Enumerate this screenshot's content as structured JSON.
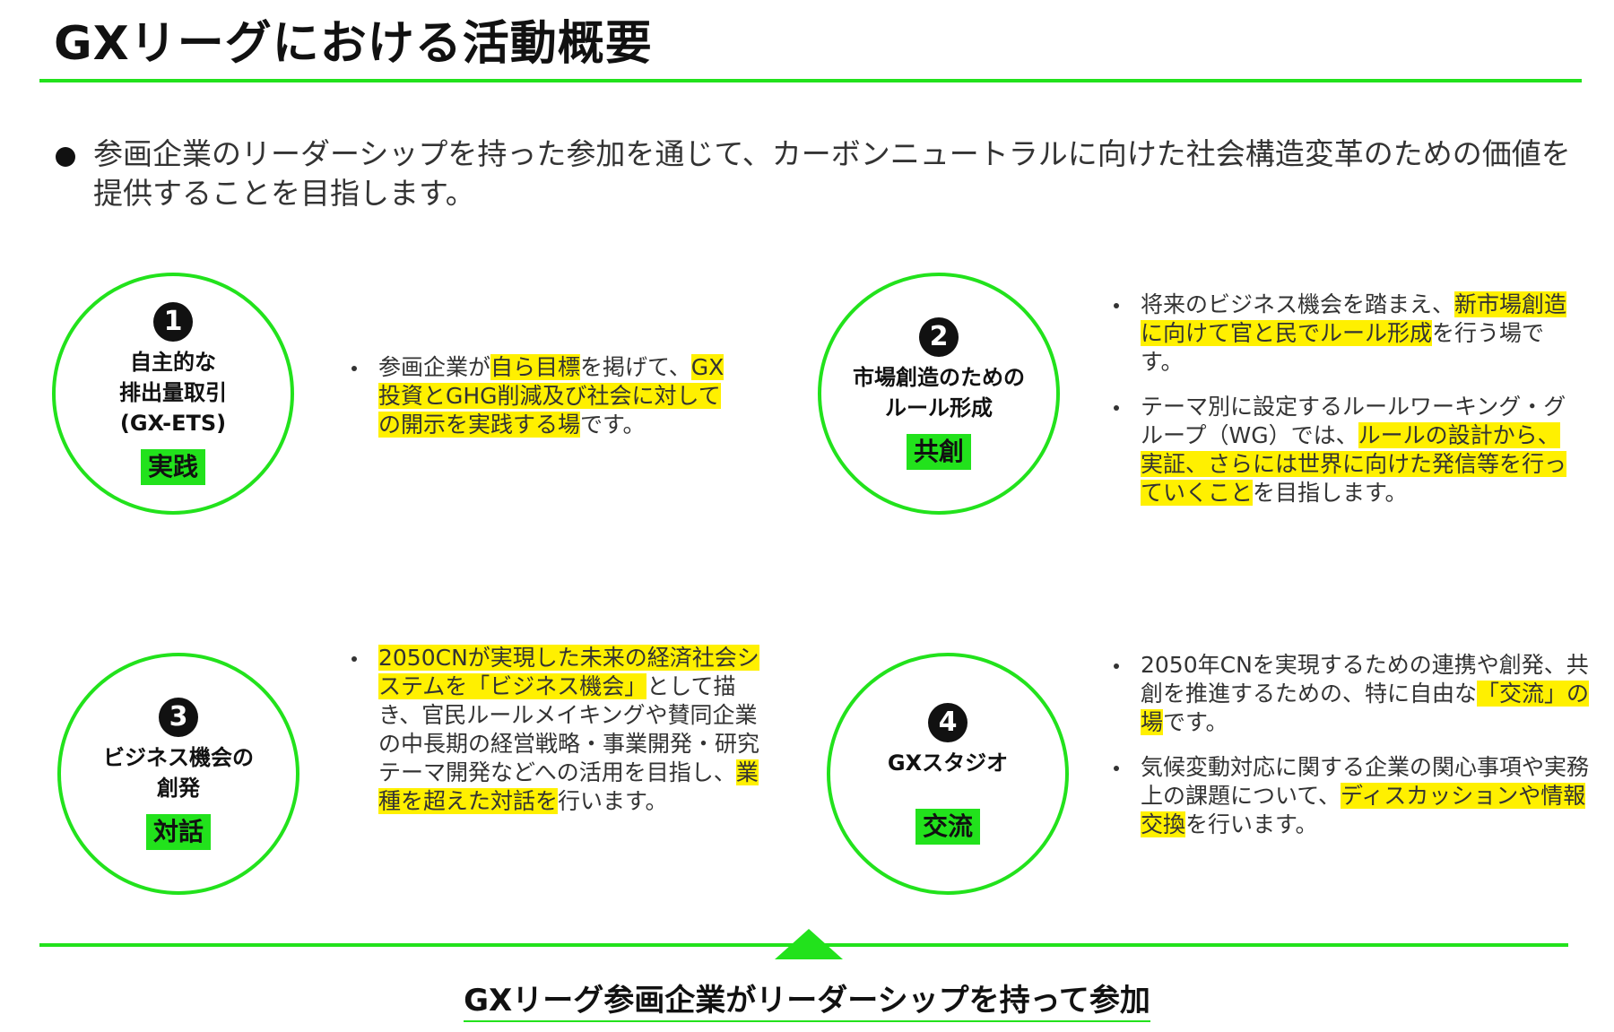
{
  "title": "GXリーグにおける活動概要",
  "intro": "参画企業のリーダーシップを持った参加を通じて、カーボンニュートラルに向けた社会構造変革のための価値を提供することを目指します。",
  "colors": {
    "accent_green": "#22e21c",
    "highlight_yellow": "#fff000"
  },
  "activities": [
    {
      "number": "1",
      "name_lines": [
        "自主的な",
        "排出量取引",
        "(GX-ETS)"
      ],
      "tag": "実践",
      "bullets": [
        [
          {
            "t": "参画企業が",
            "hl": false
          },
          {
            "t": "自ら目標",
            "hl": true
          },
          {
            "t": "を掲げて、",
            "hl": false
          },
          {
            "t": "GX投資とGHG削減及び社会に対しての開示を実践する場",
            "hl": true
          },
          {
            "t": "です。",
            "hl": false
          }
        ]
      ]
    },
    {
      "number": "2",
      "name_lines": [
        "市場創造のための",
        "ルール形成"
      ],
      "tag": "共創",
      "bullets": [
        [
          {
            "t": "将来のビジネス機会を踏まえ、",
            "hl": false
          },
          {
            "t": "新市場創造に向けて官と民でルール形成",
            "hl": true
          },
          {
            "t": "を行う場です。",
            "hl": false
          }
        ],
        [
          {
            "t": "テーマ別に設定するルールワーキング・グループ（WG）では、",
            "hl": false
          },
          {
            "t": "ルールの設計から、実証、さらには世界に向けた発信等を行っていくこと",
            "hl": true
          },
          {
            "t": "を目指します。",
            "hl": false
          }
        ]
      ]
    },
    {
      "number": "3",
      "name_lines": [
        "ビジネス機会の",
        "創発"
      ],
      "tag": "対話",
      "bullets": [
        [
          {
            "t": "2050CNが実現した未来の経済社会システムを「ビジネス機会」",
            "hl": true
          },
          {
            "t": "として描き、官民ルールメイキングや賛同企業の中長期の経営戦略・事業開発・研究テーマ開発などへの活用を目指し、",
            "hl": false
          },
          {
            "t": "業種を超えた対話を",
            "hl": true
          },
          {
            "t": "行います。",
            "hl": false
          }
        ]
      ]
    },
    {
      "number": "4",
      "name_lines": [
        "GXスタジオ"
      ],
      "tag": "交流",
      "bullets": [
        [
          {
            "t": "2050年CNを実現するための連携や創発、共創を推進するための、特に自由な",
            "hl": false
          },
          {
            "t": "「交流」の場",
            "hl": true
          },
          {
            "t": "です。",
            "hl": false
          }
        ],
        [
          {
            "t": "気候変動対応に関する企業の関心事項や実務上の課題について、",
            "hl": false
          },
          {
            "t": "ディスカッションや情報交換",
            "hl": true
          },
          {
            "t": "を行います。",
            "hl": false
          }
        ]
      ]
    }
  ],
  "footer": "GXリーグ参画企業がリーダーシップを持って参加"
}
